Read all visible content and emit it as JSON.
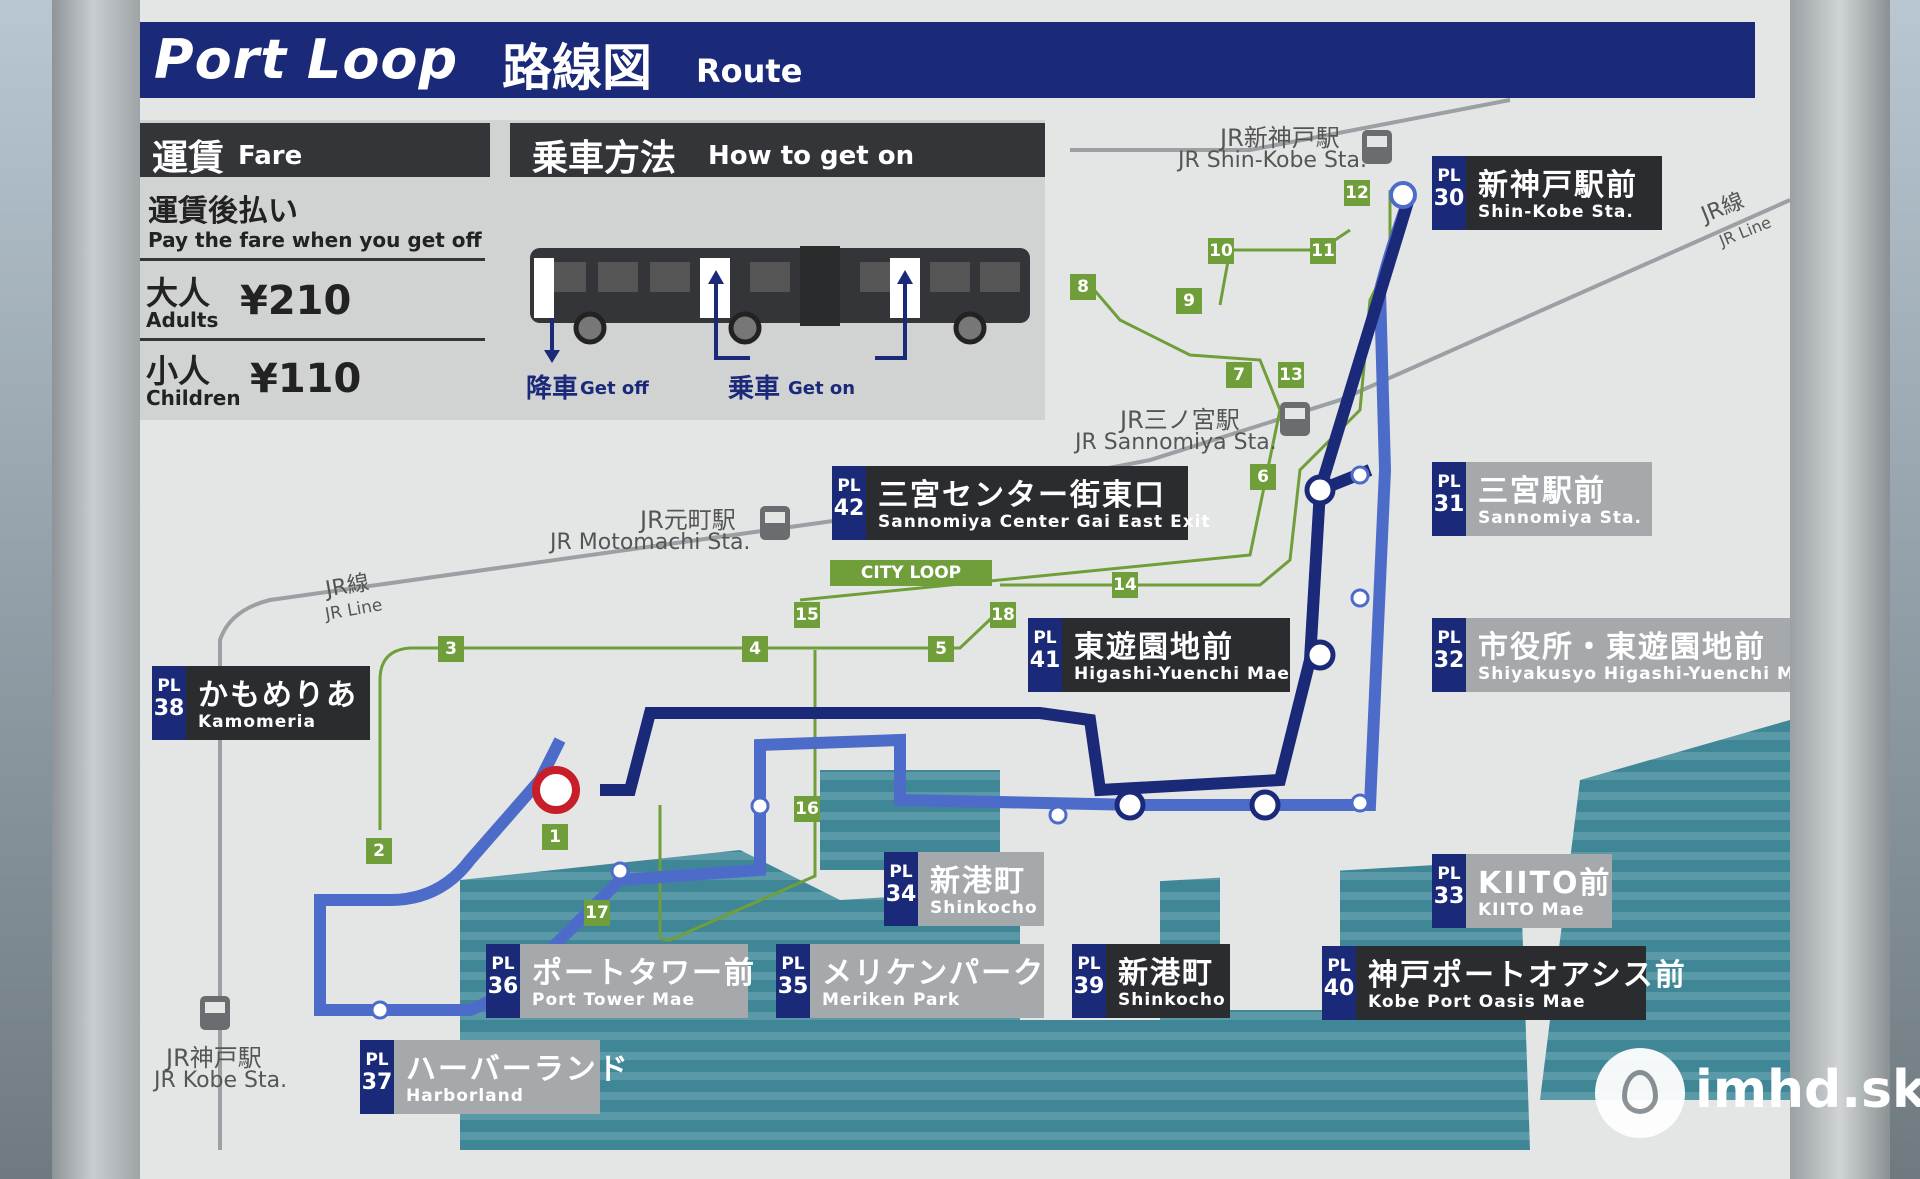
{
  "title": {
    "en": "Port Loop",
    "jp": "路線図",
    "sub": "Route"
  },
  "fare": {
    "header_jp": "運賃",
    "header_en": "Fare",
    "pay_jp": "運賃後払い",
    "pay_en": "Pay the fare when you get off",
    "adult_jp": "大人",
    "adult_en": "Adults",
    "adult_price": "¥210",
    "child_jp": "小人",
    "child_en": "Children",
    "child_price": "¥110"
  },
  "howto": {
    "header_jp": "乗車方法",
    "header_en": "How to get on",
    "getoff_jp": "降車",
    "getoff_en": "Get off",
    "geton_jp": "乗車",
    "geton_en": "Get on"
  },
  "stations": [
    {
      "code": "PL",
      "num": "30",
      "jp": "新神戸駅前",
      "en": "Shin-Kobe Sta."
    },
    {
      "code": "PL",
      "num": "31",
      "jp": "三宮駅前",
      "en": "Sannomiya Sta."
    },
    {
      "code": "PL",
      "num": "32",
      "jp": "市役所・東遊園地前",
      "en": "Shiyakusyo Higashi-Yuenchi Mae"
    },
    {
      "code": "PL",
      "num": "33",
      "jp": "KIITO前",
      "en": "KIITO Mae"
    },
    {
      "code": "PL",
      "num": "34",
      "jp": "新港町",
      "en": "Shinkocho"
    },
    {
      "code": "PL",
      "num": "35",
      "jp": "メリケンパーク",
      "en": "Meriken Park"
    },
    {
      "code": "PL",
      "num": "36",
      "jp": "ポートタワー前",
      "en": "Port Tower Mae"
    },
    {
      "code": "PL",
      "num": "37",
      "jp": "ハーバーランド",
      "en": "Harborland"
    },
    {
      "code": "PL",
      "num": "38",
      "jp": "かもめりあ",
      "en": "Kamomeria"
    },
    {
      "code": "PL",
      "num": "39",
      "jp": "新港町",
      "en": "Shinkocho"
    },
    {
      "code": "PL",
      "num": "40",
      "jp": "神戸ポートオアシス前",
      "en": "Kobe Port Oasis Mae"
    },
    {
      "code": "PL",
      "num": "41",
      "jp": "東遊園地前",
      "en": "Higashi-Yuenchi Mae"
    },
    {
      "code": "PL",
      "num": "42",
      "jp": "三宮センター街東口",
      "en": "Sannomiya Center Gai East Exit"
    }
  ],
  "jr": {
    "shinkobe_jp": "JR新神戸駅",
    "shinkobe_en": "JR Shin-Kobe Sta.",
    "sannomiya_jp": "JR三ノ宮駅",
    "sannomiya_en": "JR Sannomiya Sta.",
    "motomachi_jp": "JR元町駅",
    "motomachi_en": "JR Motomachi Sta.",
    "kobe_jp": "JR神戸駅",
    "kobe_en": "JR Kobe Sta.",
    "line_jp": "JR線",
    "line_en": "JR Line"
  },
  "city_loop": "CITY LOOP",
  "city_loop_stops": [
    "1",
    "2",
    "3",
    "4",
    "5",
    "6",
    "7",
    "8",
    "9",
    "10",
    "11",
    "12",
    "13",
    "14",
    "15",
    "16",
    "17",
    "18"
  ],
  "watermark": "imhd.sk",
  "colors": {
    "route_dark": "#1b2a78",
    "route_light": "#4d6cc9",
    "city_loop": "#6f9e3a",
    "sea": "#3f8696"
  }
}
